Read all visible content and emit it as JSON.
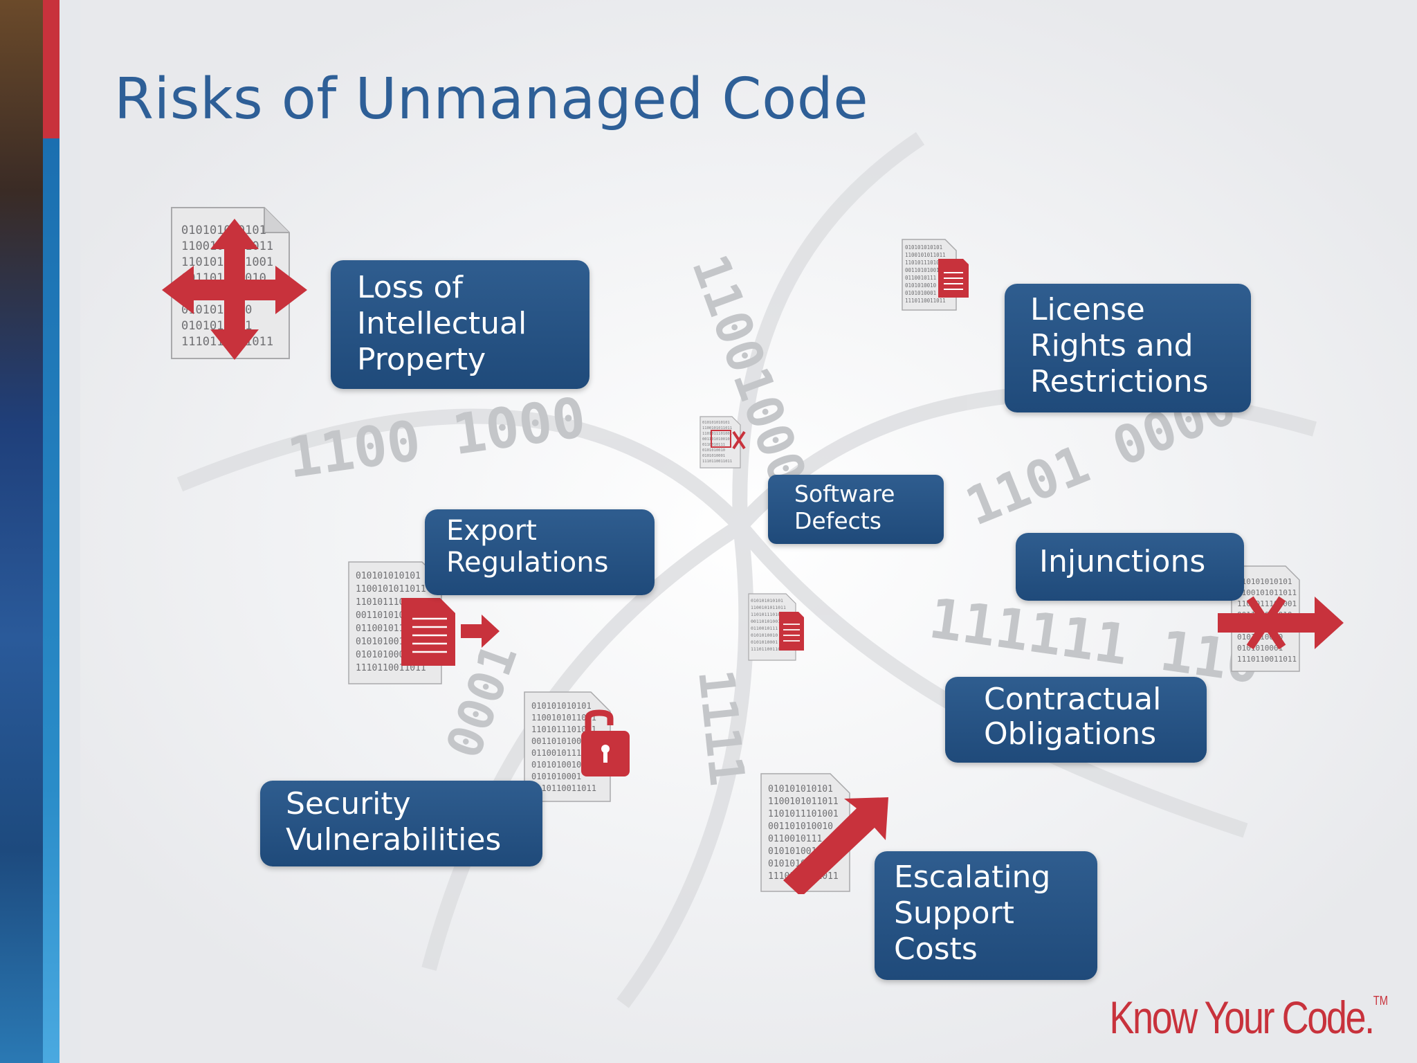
{
  "title": "Risks of Unmanaged Code",
  "colors": {
    "box": "#2a5587",
    "accent_red": "#c8323c",
    "title_blue": "#2e5f97"
  },
  "risks": [
    {
      "lines": [
        "Loss of",
        "Intellectual",
        "Property"
      ]
    },
    {
      "lines": [
        "License",
        "Rights and",
        "Restrictions"
      ]
    },
    {
      "lines": [
        "Software",
        "Defects"
      ]
    },
    {
      "lines": [
        "Export",
        "Regulations"
      ]
    },
    {
      "lines": [
        "Injunctions"
      ]
    },
    {
      "lines": [
        "Contractual",
        "Obligations"
      ]
    },
    {
      "lines": [
        "Security",
        "Vulnerabilities"
      ]
    },
    {
      "lines": [
        "Escalating",
        "Support",
        "Costs"
      ]
    }
  ],
  "binary_lines": [
    "010101010101",
    "1100101011011",
    "1101011101001",
    "001101010010",
    "0110010111",
    "0101010010",
    "0101010001",
    "1110110011011"
  ],
  "swirl_text": [
    "1100 1000",
    "1101 0000",
    "111111 110",
    "1111",
    "11001000",
    "0001"
  ],
  "icons": [
    "arrows-outward-icon",
    "document-icon",
    "doc-x-icon",
    "doc-arrow-icon",
    "doc-block-x-icon",
    "padlock-open-icon",
    "trend-arrow-icon"
  ],
  "brand": {
    "name": "Know Your Code.",
    "mark": "TM"
  }
}
